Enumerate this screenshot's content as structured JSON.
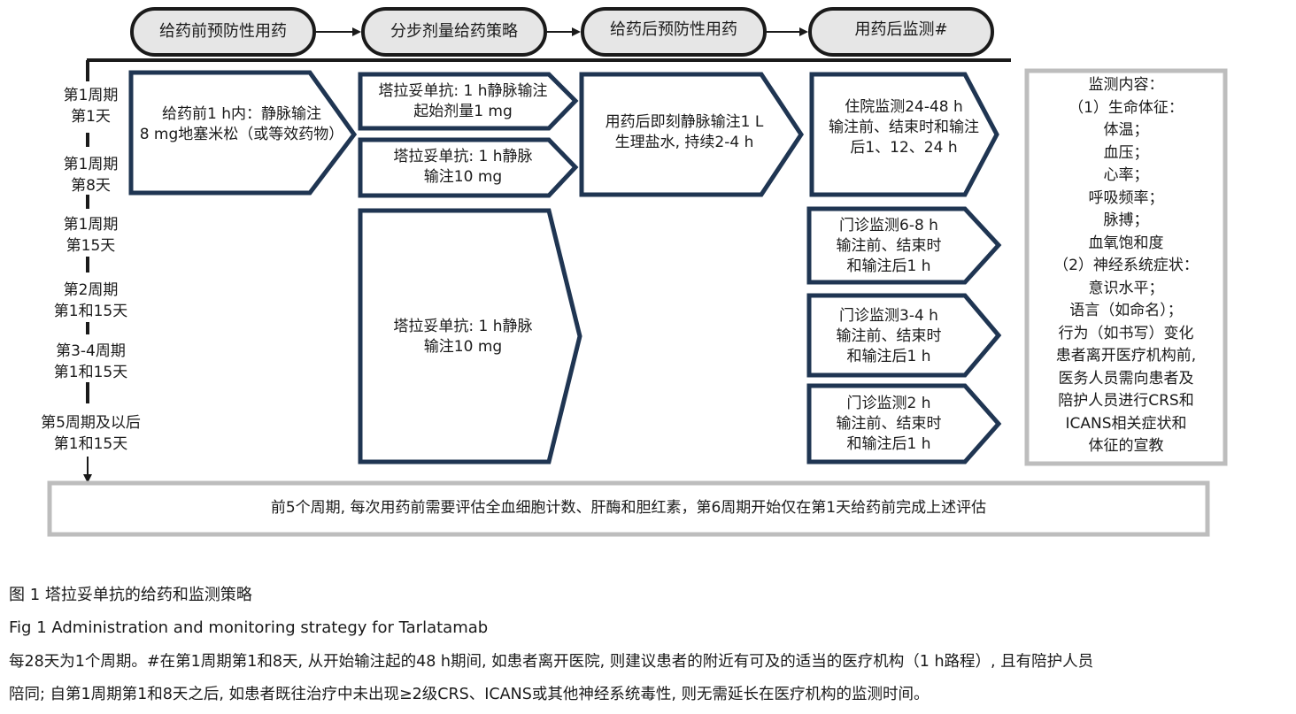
{
  "header_steps": [
    "给药前预防性用药",
    "分步剂量给药策略",
    "给药后预防性用药",
    "用药后监测#"
  ],
  "timeline": [
    [
      "第1周期",
      "第1天"
    ],
    [
      "第1周期",
      "第8天"
    ],
    [
      "第1周期",
      "第15天"
    ],
    [
      "第2周期",
      "第1和15天"
    ],
    [
      "第3-4周期",
      "第1和15天"
    ],
    [
      "第5周期及以后",
      "第1和15天"
    ]
  ],
  "premed_box": [
    "给药前1 h内：静脉输注",
    "8 mg地塞米松（或等效药物）"
  ],
  "dose_boxes": [
    [
      "塔拉妥单抗: 1 h静脉输注",
      "起始剂量1 mg"
    ],
    [
      "塔拉妥单抗: 1 h静脉",
      "输注10 mg"
    ],
    [
      "塔拉妥单抗: 1 h静脉",
      "输注10 mg"
    ]
  ],
  "postmed_box": [
    "用药后即刻静脉输注1 L",
    "生理盐水, 持续2-4 h"
  ],
  "monitor_boxes": [
    [
      "住院监测24-48 h",
      "输注前、结束时和输注",
      "后1、12、24 h"
    ],
    [
      "门诊监测6-8 h",
      "输注前、结束时",
      "和输注后1 h"
    ],
    [
      "门诊监测3-4 h",
      "输注前、结束时",
      "和输注后1 h"
    ],
    [
      "门诊监测2 h",
      "输注前、结束时",
      "和输注后1 h"
    ]
  ],
  "monitor_content": [
    "监测内容：",
    "（1）生命体征：",
    "体温；",
    "血压；",
    "心率；",
    "呼吸频率；",
    "脉搏；",
    "血氧饱和度",
    "（2）神经系统症状：",
    "意识水平；",
    "语言（如命名）；",
    "行为（如书写）变化",
    "患者离开医疗机构前,",
    "医务人员需向患者及",
    "陪护人员进行CRS和",
    "ICANS相关症状和",
    "体征的宣教"
  ],
  "bottom_note": "前5个周期, 每次用药前需要评估全血细胞计数、肝酶和胆红素，第6周期开始仅在第1天给药前完成上述评估",
  "caption": {
    "cn": "图 1  塔拉妥单抗的给药和监测策略",
    "en": "Fig 1  Administration and monitoring strategy for Tarlatamab",
    "note1": "每28天为1个周期。#在第1周期第1和8天, 从开始输注起的48 h期间, 如患者离开医院, 则建议患者的附近有可及的适当的医疗机构（1 h路程）, 且有陪护人员",
    "note2": "陪同; 自第1周期第1和8天之后, 如患者既往治疗中未出现≥2级CRS、ICANS或其他神经系统毒性, 则无需延长在医疗机构的监测时间。"
  },
  "colors": {
    "box_border": "#1f3552",
    "pill_fill": "#e6e6e6",
    "pill_border": "#1a1a1a",
    "gray_border": "#bdbdbd",
    "line": "#1a1a1a"
  }
}
